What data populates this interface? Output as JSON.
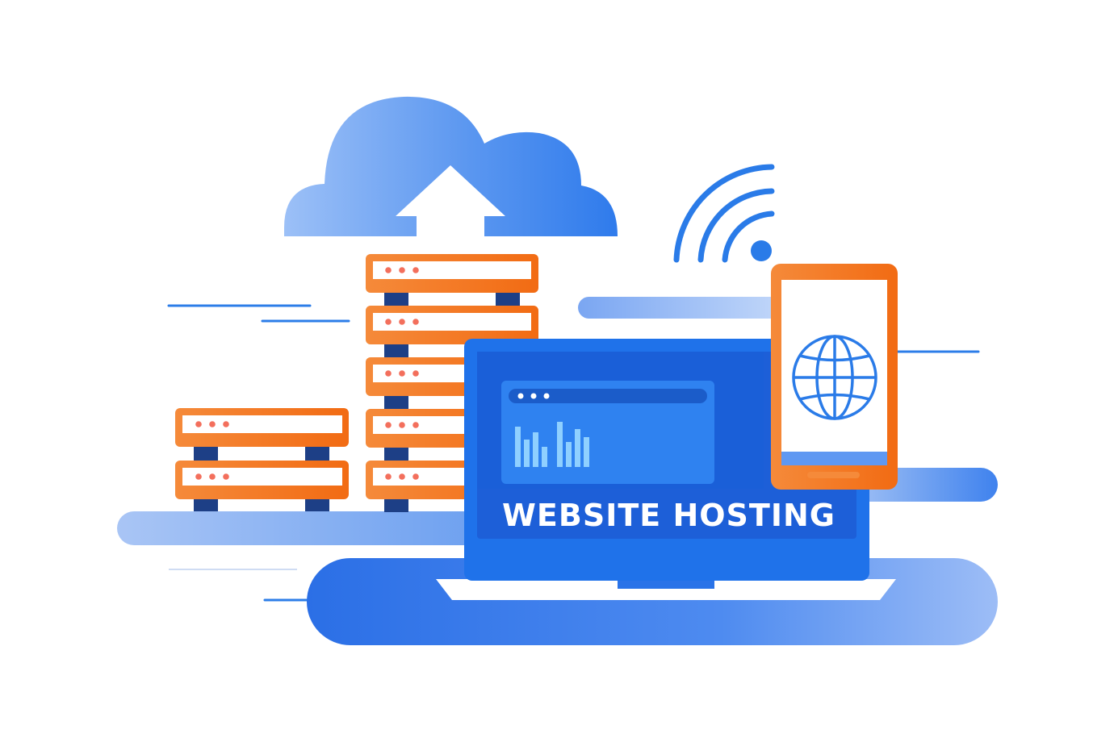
{
  "illustration": {
    "caption": "WEBSITE HOSTING",
    "colors": {
      "primary_blue": "#1e6fe6",
      "dark_blue": "#0d3f9e",
      "light_blue": "#8fb6f6",
      "orange": "#f37a21",
      "server_legs": "#1d3f86",
      "dots": "#f36f5c"
    },
    "icons": [
      "cloud-upload-icon",
      "wifi-icon",
      "globe-icon",
      "bar-chart-icon",
      "server-rack-icon"
    ],
    "chart_bars": [
      [
        0.8,
        0.55,
        0.7,
        0.4
      ],
      [
        0.9,
        0.5,
        0.75,
        0.6
      ]
    ]
  }
}
